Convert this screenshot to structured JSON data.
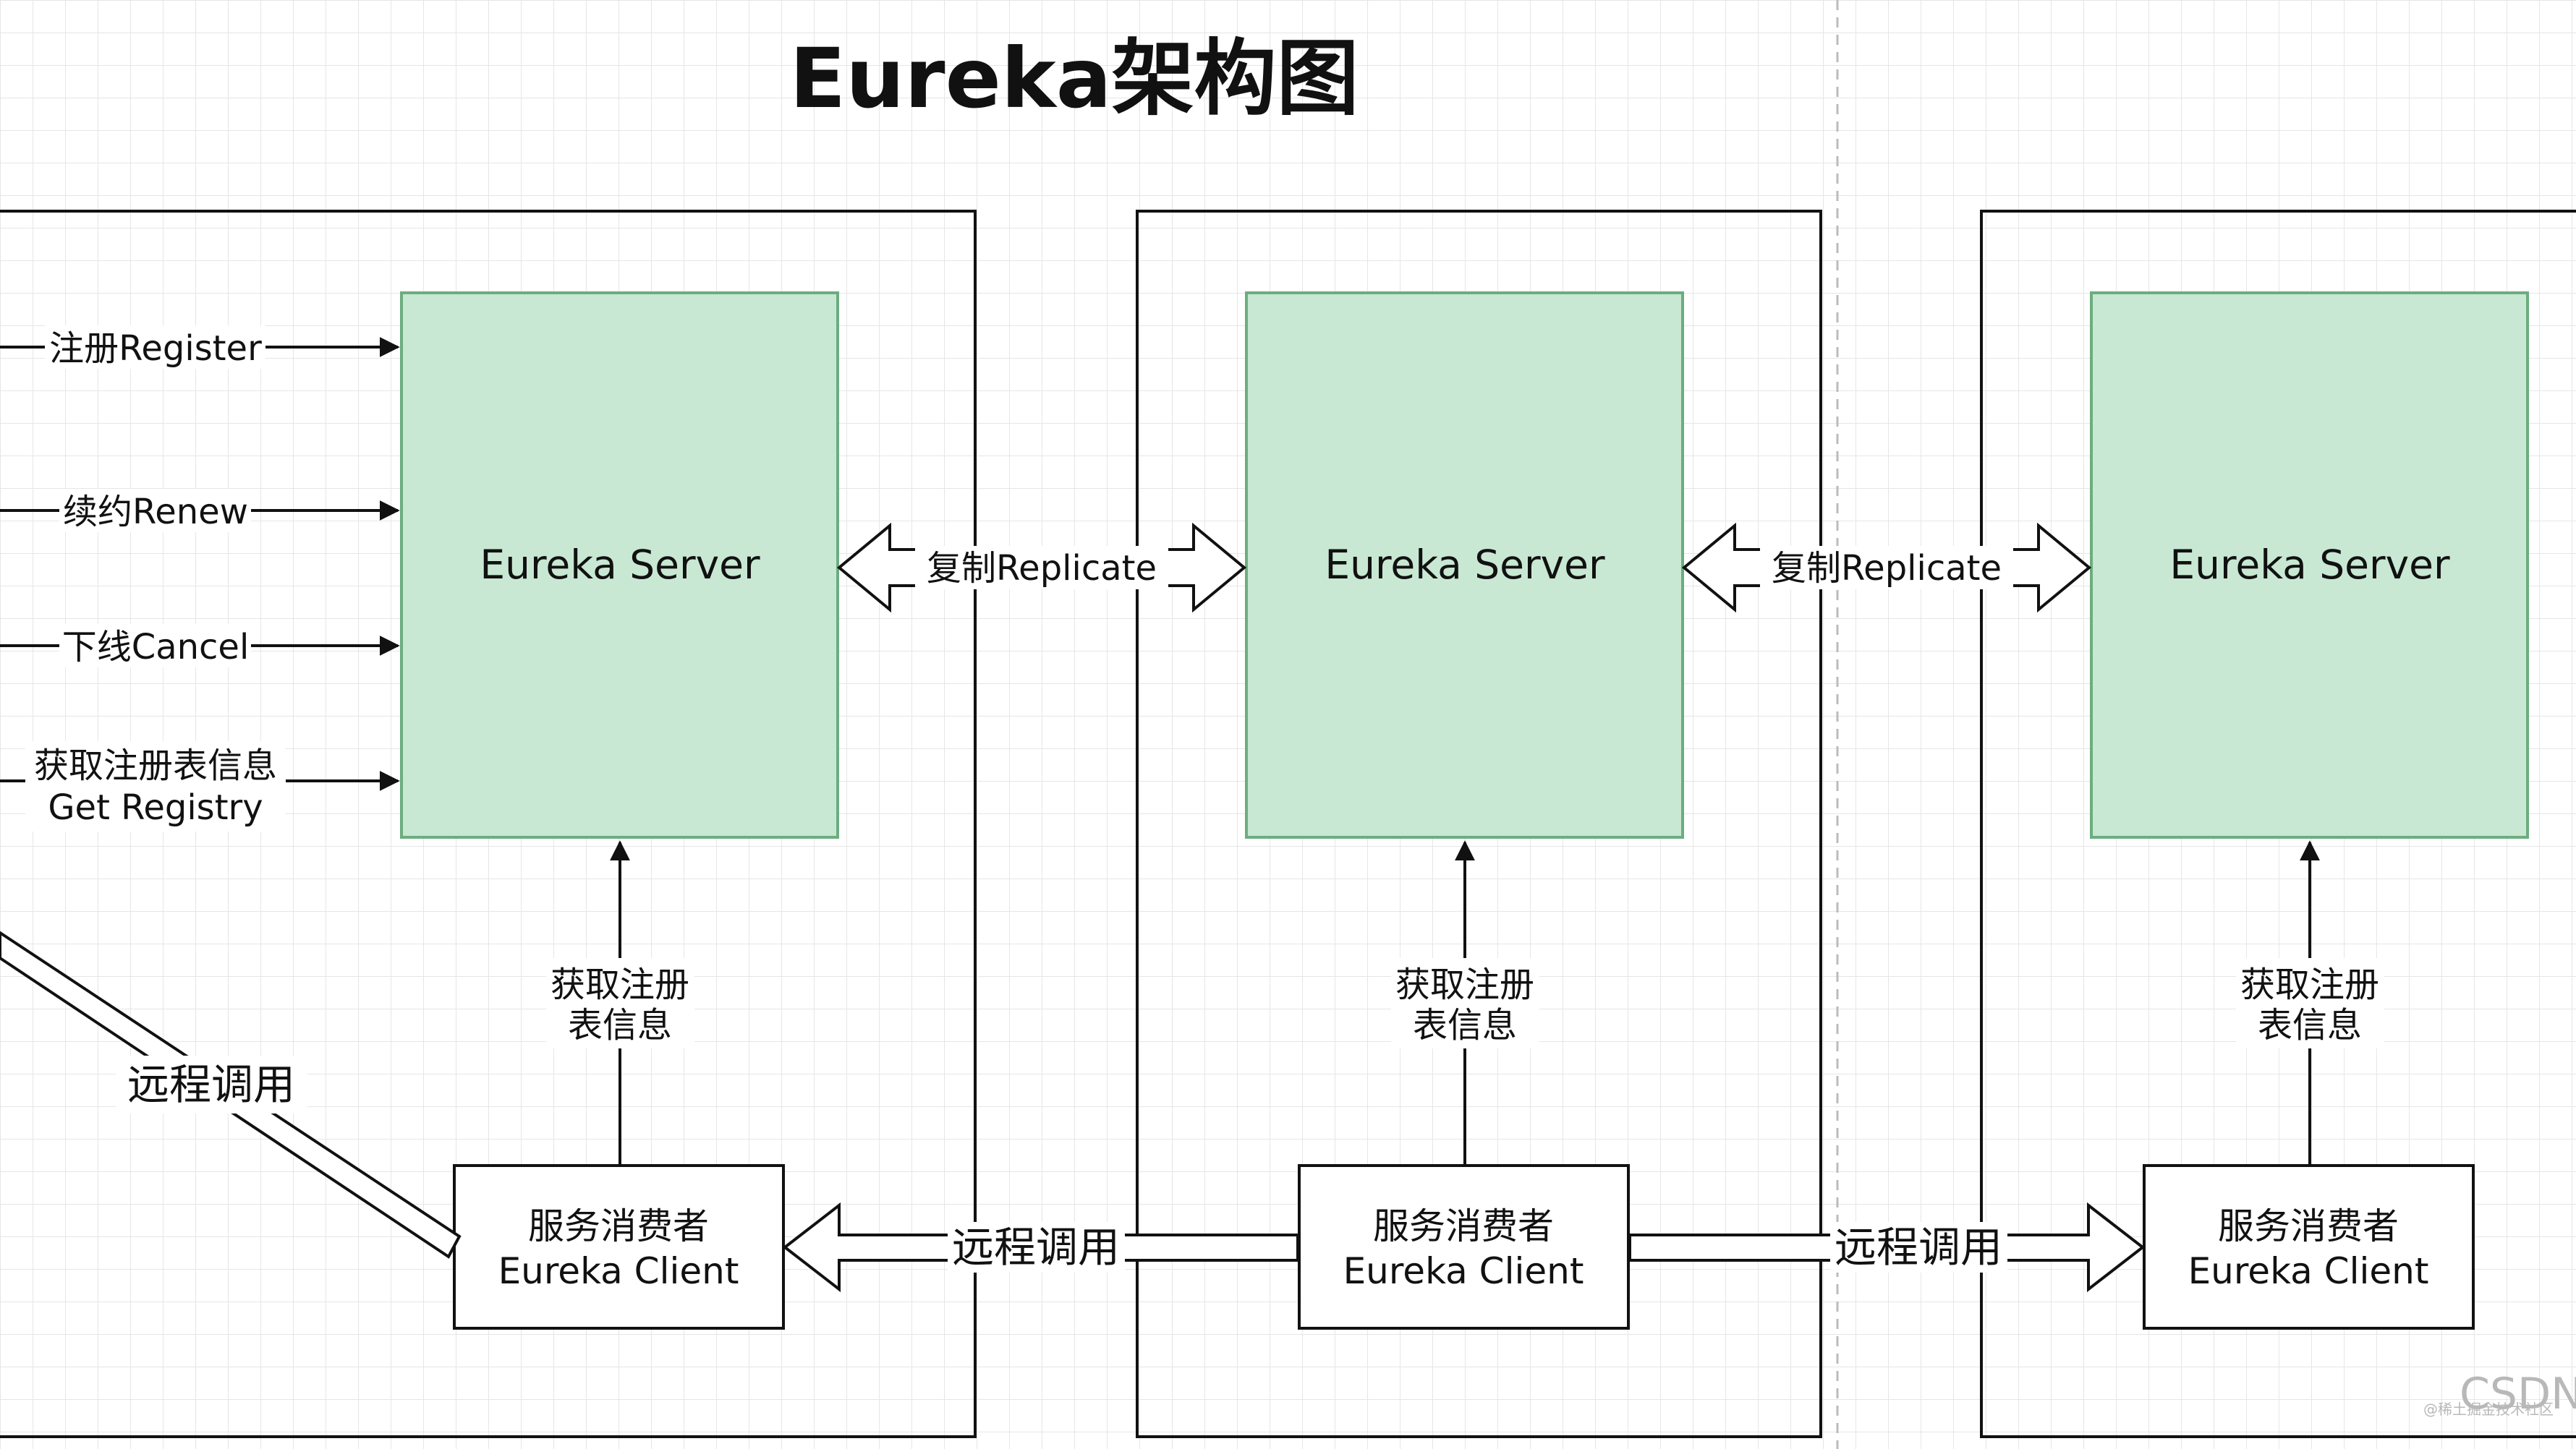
{
  "title": "Eureka架构图",
  "server_label": "Eureka Server",
  "replicate_label": "复制Replicate",
  "fetch_registry_label": [
    "获取注册",
    "表信息"
  ],
  "client_label": [
    "服务消费者",
    "Eureka Client"
  ],
  "remote_call_label": "远程调用",
  "provider_actions": {
    "register": "注册Register",
    "renew": "续约Renew",
    "cancel": "下线Cancel",
    "get_registry": [
      "获取注册表信息",
      "Get Registry"
    ]
  },
  "watermark": "CSDN",
  "watermark_small": "@稀土掘金技术社区",
  "colors": {
    "server_fill": "#c8e8d3",
    "server_stroke": "#6cad7f",
    "line": "#111111",
    "grid": "#e6e6e6"
  }
}
